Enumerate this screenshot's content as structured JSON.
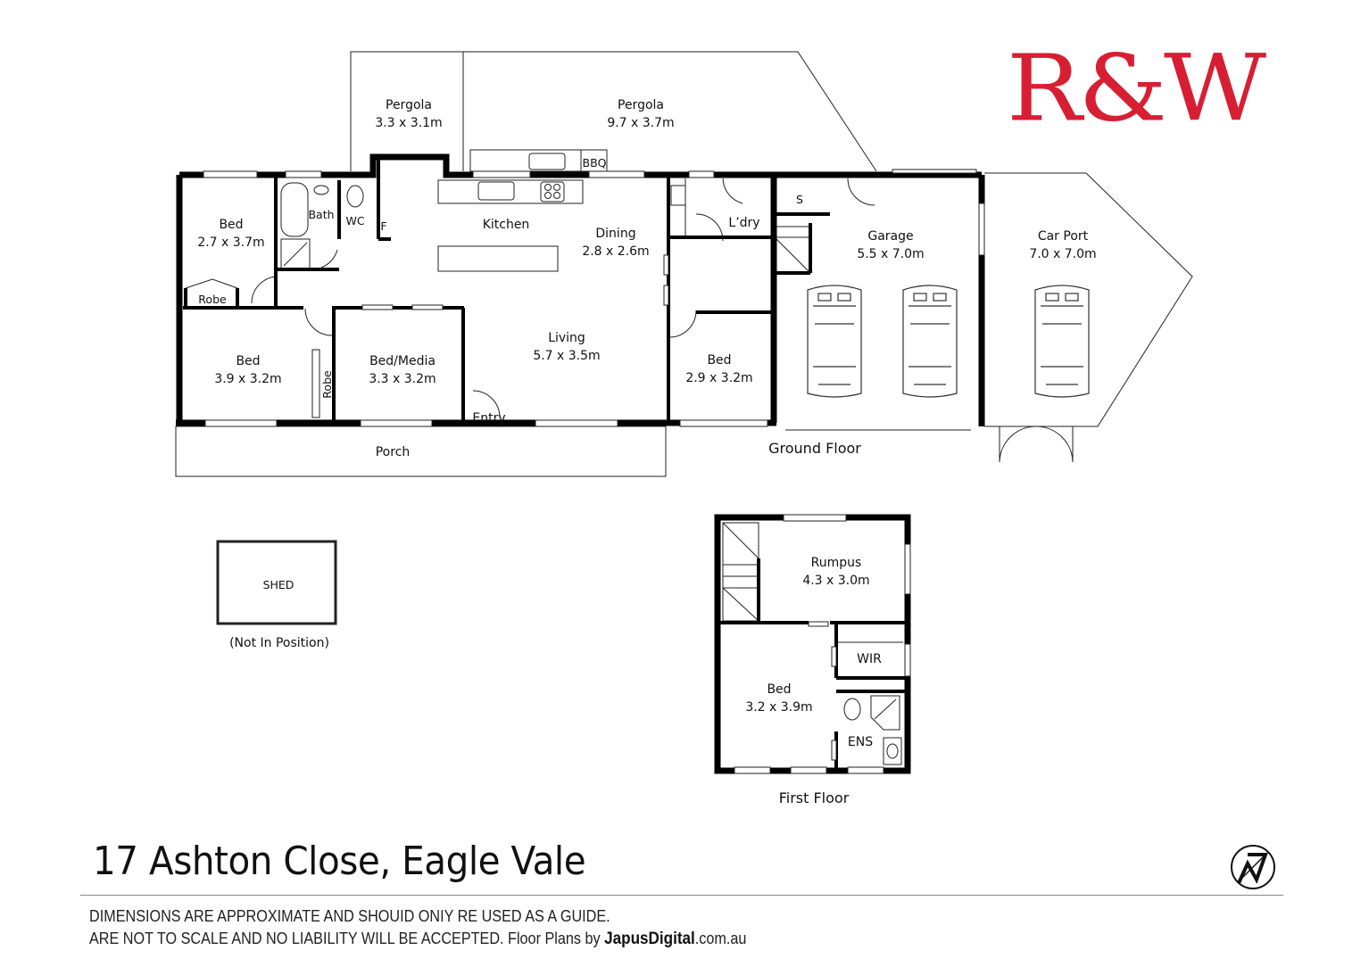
{
  "brand": {
    "logo_text": "R&W",
    "color": "#d71f33"
  },
  "ground_floor": {
    "label": "Ground Floor",
    "rooms": {
      "pergola_small": {
        "name": "Pergola",
        "dims": "3.3 x 3.1m"
      },
      "pergola_large": {
        "name": "Pergola",
        "dims": "9.7 x 3.7m"
      },
      "bbq": {
        "name": "BBQ"
      },
      "bed1": {
        "name": "Bed",
        "dims": "2.7 x 3.7m"
      },
      "bath": {
        "name": "Bath"
      },
      "wc": {
        "name": "WC"
      },
      "fridge": {
        "name": "F"
      },
      "robe1": {
        "name": "Robe"
      },
      "kitchen": {
        "name": "Kitchen"
      },
      "dining": {
        "name": "Dining",
        "dims": "2.8 x 2.6m"
      },
      "laundry": {
        "name": "L’dry"
      },
      "storage": {
        "name": "S"
      },
      "garage": {
        "name": "Garage",
        "dims": "5.5 x 7.0m"
      },
      "carport": {
        "name": "Car Port",
        "dims": "7.0 x 7.0m"
      },
      "bed2": {
        "name": "Bed",
        "dims": "3.9 x 3.2m"
      },
      "robe2": {
        "name": "Robe"
      },
      "bed_media": {
        "name": "Bed/Media",
        "dims": "3.3 x 3.2m"
      },
      "living": {
        "name": "Living",
        "dims": "5.7 x 3.5m"
      },
      "entry": {
        "name": "Entry"
      },
      "bed3": {
        "name": "Bed",
        "dims": "2.9 x 3.2m"
      },
      "porch": {
        "name": "Porch"
      }
    }
  },
  "shed": {
    "name": "SHED",
    "note": "(Not In Position)"
  },
  "first_floor": {
    "label": "First Floor",
    "rooms": {
      "rumpus": {
        "name": "Rumpus",
        "dims": "4.3 x 3.0m"
      },
      "wir": {
        "name": "WIR"
      },
      "bed": {
        "name": "Bed",
        "dims": "3.2 x 3.9m"
      },
      "ens": {
        "name": "ENS"
      }
    }
  },
  "footer": {
    "address": "17 Ashton Close, Eagle Vale",
    "disclaimer_line1": "DIMENSIONS ARE APPROXIMATE AND SHOUID ONIY RE USED AS A GUIDE.",
    "disclaimer_line2": "ARE NOT TO SCALE AND NO LIABILITY WILL BE ACCEPTED. Floor Plans by ",
    "credit_brand": "JapusDigital",
    "credit_domain": ".com.au",
    "north_icon": "compass-north-icon"
  }
}
